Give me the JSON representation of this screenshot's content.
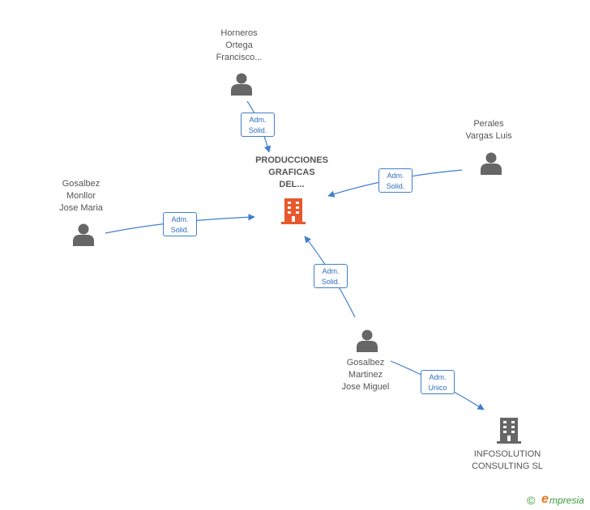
{
  "diagram": {
    "center": {
      "lines": [
        "PRODUCCIONES",
        "GRAFICAS",
        "DEL..."
      ],
      "icon": "building-icon",
      "color": "#e8582c"
    },
    "people": [
      {
        "id": "horneros",
        "lines": [
          "Horneros",
          "Ortega",
          "Francisco..."
        ],
        "icon": "person-icon"
      },
      {
        "id": "perales",
        "lines": [
          "Perales",
          "Vargas Luis"
        ],
        "icon": "person-icon"
      },
      {
        "id": "monllor",
        "lines": [
          "Gosalbez",
          "Monllor",
          "Jose Maria"
        ],
        "icon": "person-icon"
      },
      {
        "id": "martinez",
        "lines": [
          "Gosalbez",
          "Martinez",
          "Jose Miguel"
        ],
        "icon": "person-icon"
      }
    ],
    "companies": [
      {
        "id": "infosolution",
        "lines": [
          "INFOSOLUTION",
          "CONSULTING SL"
        ],
        "icon": "building-icon",
        "color": "#666666"
      }
    ],
    "edges": [
      {
        "id": "horneros-center",
        "role": [
          "Adm.",
          "Solid."
        ]
      },
      {
        "id": "perales-center",
        "role": [
          "Adm.",
          "Solid."
        ]
      },
      {
        "id": "monllor-center",
        "role": [
          "Adm.",
          "Solid."
        ]
      },
      {
        "id": "martinez-center",
        "role": [
          "Adm.",
          "Solid."
        ]
      },
      {
        "id": "martinez-infosolution",
        "role": [
          "Adm.",
          "Unico"
        ]
      }
    ],
    "colors": {
      "edge": "#3f7fcf",
      "person": "#666666",
      "label": "#555555"
    }
  },
  "footer": {
    "copyright": "©",
    "brand_initial": "e",
    "brand_rest": "mpresia"
  }
}
